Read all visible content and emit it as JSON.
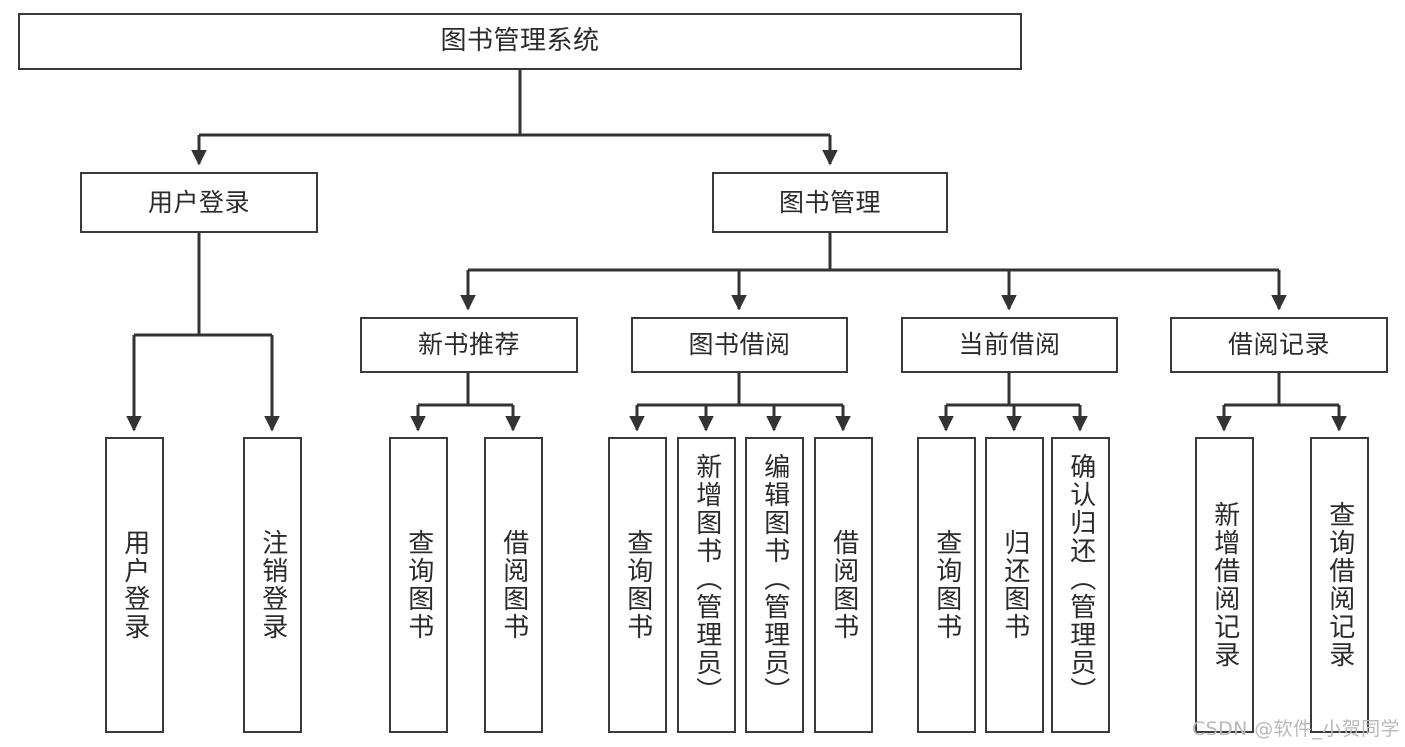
{
  "diagram": {
    "title": "图书管理系统",
    "type": "tree-hierarchy",
    "watermark": "CSDN @软件_小贺同学",
    "colors": {
      "background": "#ffffff",
      "box_border": "#3a3a3a",
      "box_fill": "#ffffff",
      "text": "#2b2b2b",
      "edge": "#333333",
      "watermark": "#b9b9b9"
    },
    "root": {
      "label": "图书管理系统"
    },
    "level1": [
      {
        "label": "用户登录"
      },
      {
        "label": "图书管理"
      }
    ],
    "level2": [
      {
        "label": "新书推荐"
      },
      {
        "label": "图书借阅"
      },
      {
        "label": "当前借阅"
      },
      {
        "label": "借阅记录"
      }
    ],
    "leaves": {
      "user_login": [
        {
          "label": "用户登录"
        },
        {
          "label": "注销登录"
        }
      ],
      "new_book_recommend": [
        {
          "label": "查询图书"
        },
        {
          "label": "借阅图书"
        }
      ],
      "book_borrow": [
        {
          "label": "查询图书"
        },
        {
          "label": "新增图书（管理员）"
        },
        {
          "label": "编辑图书（管理员）"
        },
        {
          "label": "借阅图书"
        }
      ],
      "current_borrow": [
        {
          "label": "查询图书"
        },
        {
          "label": "归还图书"
        },
        {
          "label": "确认归还（管理员）"
        }
      ],
      "borrow_record": [
        {
          "label": "新增借阅记录"
        },
        {
          "label": "查询借阅记录"
        }
      ]
    }
  }
}
